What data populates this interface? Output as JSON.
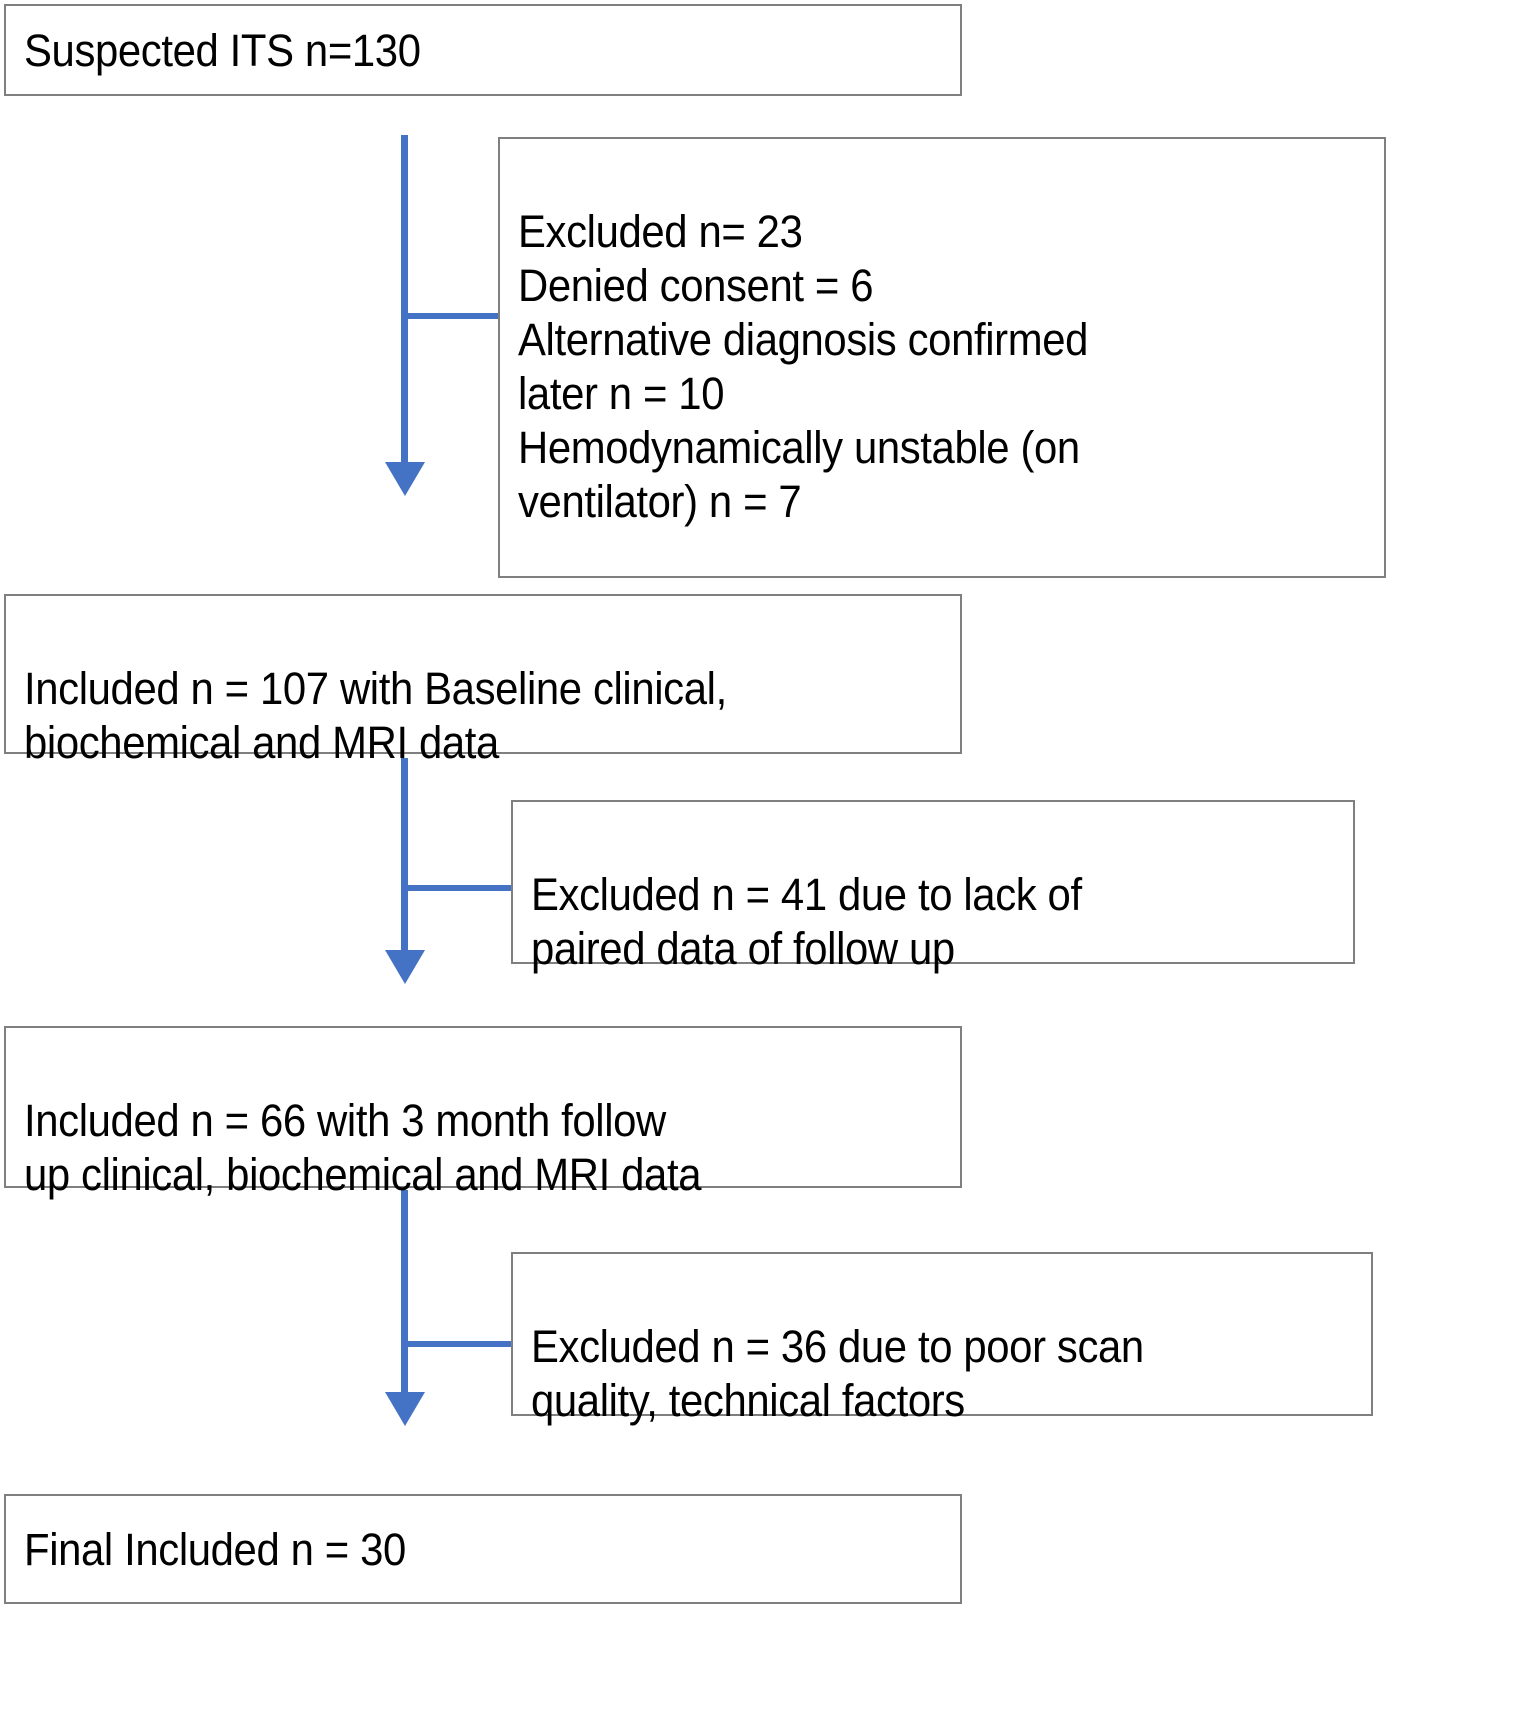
{
  "diagram": {
    "type": "participant-flow-chart",
    "accent_color": "#4472C4",
    "box_border_color": "#7F7F7F",
    "text_color": "#000000",
    "background": "#FFFFFF",
    "nodes": [
      {
        "id": "suspected",
        "role": "primary",
        "text": "Suspected ITS n=130"
      },
      {
        "id": "excluded-1",
        "role": "excluded",
        "text": "Excluded n= 23\nDenied consent = 6\nAlternative diagnosis confirmed\nlater n = 10\nHemodynamically unstable (on\nventilator) n = 7"
      },
      {
        "id": "included-107",
        "role": "primary",
        "text": "Included n = 107 with Baseline clinical,\nbiochemical and MRI data"
      },
      {
        "id": "excluded-2",
        "role": "excluded",
        "text": "Excluded n = 41 due to lack of\npaired data of follow up"
      },
      {
        "id": "included-66",
        "role": "primary",
        "text": "Included n = 66 with 3 month follow\nup clinical, biochemical and MRI data"
      },
      {
        "id": "excluded-3",
        "role": "excluded",
        "text": "Excluded n = 36 due to poor scan\nquality, technical factors"
      },
      {
        "id": "final",
        "role": "primary",
        "text": "Final Included n = 30"
      }
    ],
    "counts": {
      "suspected": 130,
      "excluded_1_total": 23,
      "denied_consent": 6,
      "alternative_diagnosis": 10,
      "hemodynamically_unstable": 7,
      "included_baseline": 107,
      "excluded_2_total": 41,
      "included_followup": 66,
      "excluded_3_total": 36,
      "final_included": 30
    }
  }
}
